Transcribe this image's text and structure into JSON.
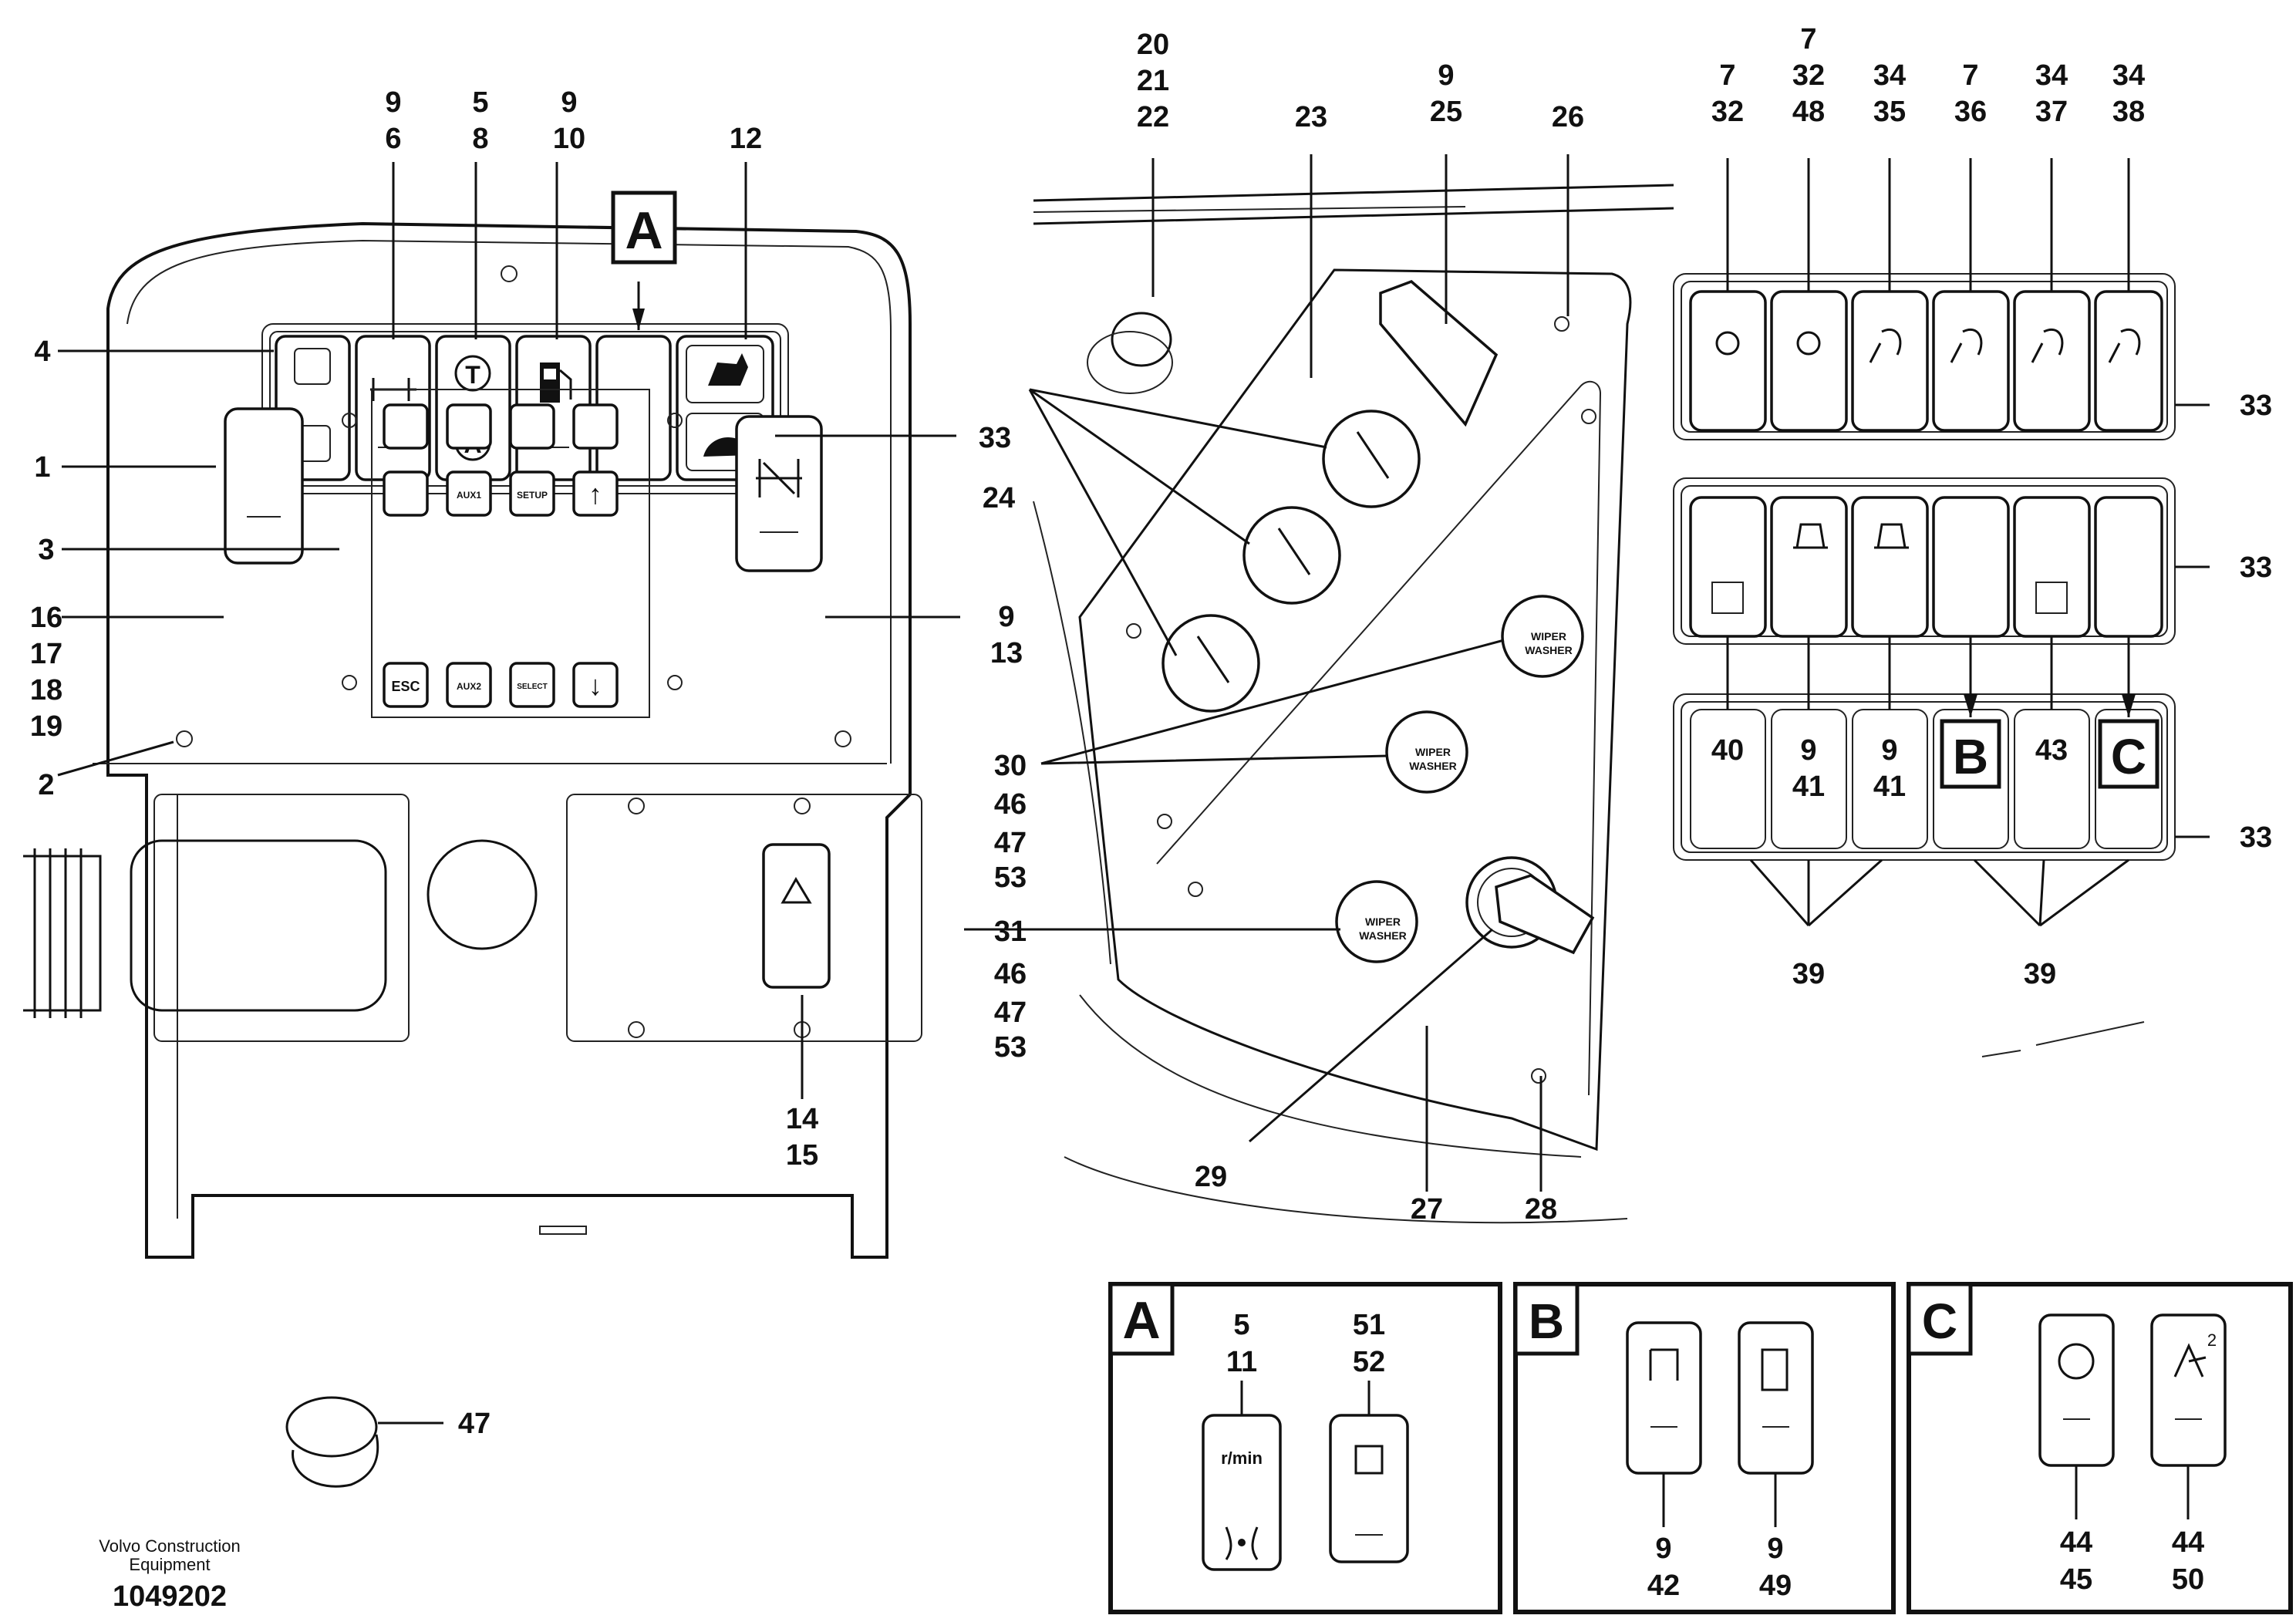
{
  "footer": {
    "company_line1": "Volvo Construction",
    "company_line2": "Equipment",
    "drawing_number": "1049202"
  },
  "callouts": {
    "c1": "1",
    "c2": "2",
    "c3": "3",
    "c4": "4",
    "c16_19": [
      "16",
      "17",
      "18",
      "19"
    ],
    "c9_6": [
      "9",
      "6"
    ],
    "c5_8": [
      "5",
      "8"
    ],
    "c9_10": [
      "9",
      "10"
    ],
    "c12": "12",
    "c33_left": "33",
    "c9_13": [
      "9",
      "13"
    ],
    "c14_15": [
      "14",
      "15"
    ],
    "c47": "47",
    "c20_22": [
      "20",
      "21",
      "22"
    ],
    "c23": "23",
    "c9_25": [
      "9",
      "25"
    ],
    "c26": "26",
    "c24": "24",
    "c30": [
      "30",
      "46",
      "47",
      "53"
    ],
    "c31": [
      "31",
      "46",
      "47",
      "53"
    ],
    "c29": "29",
    "c27": "27",
    "c28": "28",
    "top_row": [
      [
        "7",
        "32"
      ],
      [
        "7",
        "32",
        "48"
      ],
      [
        "34",
        "35"
      ],
      [
        "7",
        "36"
      ],
      [
        "34",
        "37"
      ],
      [
        "34",
        "38"
      ]
    ],
    "c33_a": "33",
    "c33_b": "33",
    "c33_c": "33",
    "bottom_labels": [
      [
        "40"
      ],
      [
        "9",
        "41"
      ],
      [
        "9",
        "41"
      ],
      [
        "43"
      ]
    ],
    "c39_a": "39",
    "c39_b": "39"
  },
  "keys": {
    "A": "A",
    "B": "B",
    "C": "C"
  },
  "keypad": {
    "aux1": "AUX1",
    "setup": "SETUP",
    "esc": "ESC",
    "aux2": "AUX2",
    "select": "SELECT",
    "gear_t": "T",
    "gear_a": "A"
  },
  "washer_text": [
    "WIPER",
    "WASHER"
  ],
  "detail_a": {
    "left": [
      "5",
      "11"
    ],
    "right": [
      "51",
      "52"
    ],
    "rmin": "r/min"
  },
  "detail_b": {
    "left": [
      "9",
      "42"
    ],
    "right": [
      "9",
      "49"
    ]
  },
  "detail_c": {
    "left": [
      "44",
      "45"
    ],
    "right": [
      "44",
      "50"
    ],
    "sup": "2"
  }
}
